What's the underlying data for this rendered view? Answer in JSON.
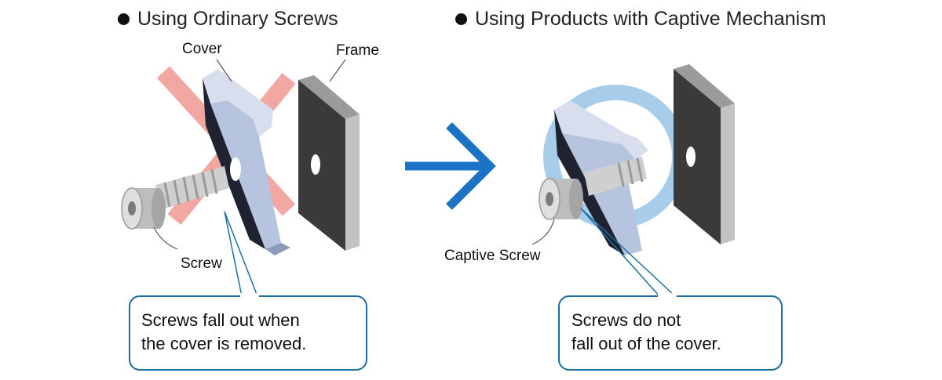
{
  "left_panel": {
    "heading": "Using Ordinary Screws",
    "labels": {
      "cover": "Cover",
      "frame": "Frame",
      "screw": "Screw"
    },
    "callout": {
      "line1": "Screws fall out when",
      "line2": "the cover is removed."
    }
  },
  "right_panel": {
    "heading": "Using Products with Captive Mechanism",
    "labels": {
      "screw": "Captive Screw"
    },
    "callout": {
      "line1": "Screws do not",
      "line2": "fall out of the cover."
    }
  },
  "colors": {
    "cross_mark": "#f2a7a3",
    "circle_mark": "#a8cdea",
    "arrow": "#1a73c5",
    "callout_border": "#1c6e9e",
    "cover_face": "#b7c4df",
    "cover_side": "#1f2230",
    "frame_face": "#3a3a3a",
    "frame_side": "#b9b9b9",
    "screw": "#cfcfcf"
  }
}
